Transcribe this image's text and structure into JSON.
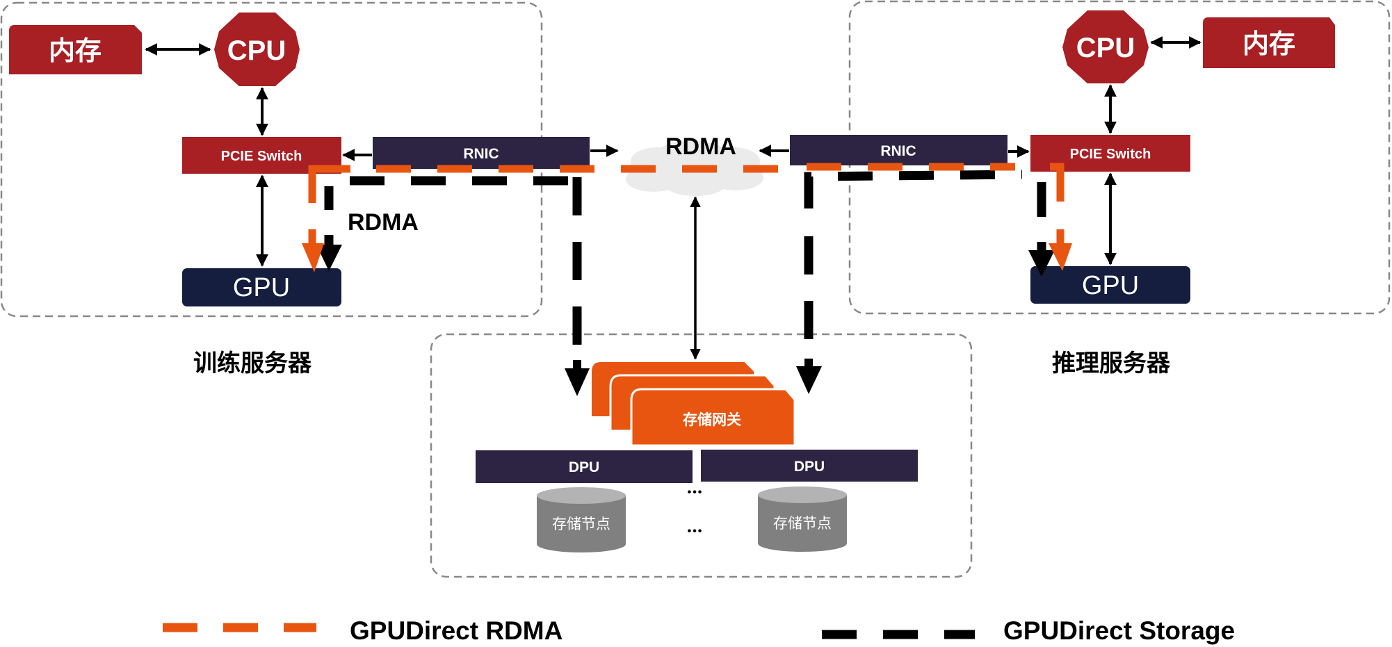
{
  "colors": {
    "red": "#A81F24",
    "navy_rnic": "#2D2443",
    "navy_gpu": "#151E3E",
    "orange": "#E85511",
    "gray_storage": "#808080",
    "gray_storage_top": "#B3B3B3",
    "cloud": "#EBEBEB",
    "container_border": "#888888",
    "black": "#000000"
  },
  "training_server": {
    "caption": "训练服务器",
    "memory": "内存",
    "cpu": "CPU",
    "pcie_switch": "PCIE Switch",
    "rnic": "RNIC",
    "gpu": "GPU",
    "rdma_label": "RDMA"
  },
  "inference_server": {
    "caption": "推理服务器",
    "memory": "内存",
    "cpu": "CPU",
    "pcie_switch": "PCIE Switch",
    "rnic": "RNIC",
    "gpu": "GPU"
  },
  "network": {
    "label": "RDMA"
  },
  "storage_cluster": {
    "gateway": "存储网关",
    "dpus": [
      "DPU",
      "DPU"
    ],
    "nodes": [
      "存储节点",
      "存储节点"
    ],
    "ellipsis": [
      "•••",
      "•••"
    ]
  },
  "legend": [
    {
      "label": "GPUDirect RDMA",
      "line_style": "dashed",
      "color_key": "orange"
    },
    {
      "label": "GPUDirect Storage",
      "line_style": "dashed",
      "color_key": "black"
    }
  ]
}
